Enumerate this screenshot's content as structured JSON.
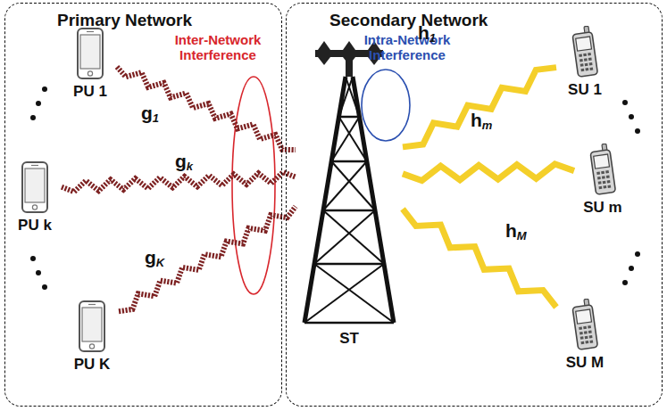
{
  "diagram": {
    "nodes": [
      {
        "text": [
          "Primary Network"
        ]
      },
      {
        "text": [
          "PU 1"
        ],
        "in": 0
      },
      {
        "text": [
          "PU k"
        ],
        "in": 0
      },
      {
        "text": [
          "PU K"
        ],
        "in": 0
      },
      {
        "text": [
          "Secondary Network"
        ]
      },
      {
        "text": [
          "ST"
        ],
        "in": 4
      },
      {
        "text": [
          "SU 1"
        ],
        "in": 4
      },
      {
        "text": [
          "SU m"
        ],
        "in": 4
      },
      {
        "text": [
          "SU M"
        ],
        "in": 4
      }
    ],
    "edges": [
      {
        "from": 1,
        "to": 5,
        "label": "g1",
        "arrow": "none"
      },
      {
        "from": 2,
        "to": 5,
        "label": "gk",
        "arrow": "none"
      },
      {
        "from": 3,
        "to": 5,
        "label": "gK",
        "arrow": "none"
      },
      {
        "from": 5,
        "to": 6,
        "label": "h1",
        "arrow": "none"
      },
      {
        "from": 5,
        "to": 7,
        "label": "hm",
        "arrow": "none"
      },
      {
        "from": 5,
        "to": 8,
        "label": "hM",
        "arrow": "none"
      }
    ],
    "labels": [
      "Inter-Network Interference",
      "Intra-Network Interference"
    ]
  }
}
